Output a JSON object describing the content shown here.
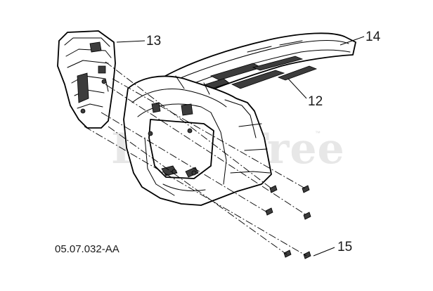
{
  "diagram": {
    "reference_code": "05.07.032-AA",
    "watermark": "PartsTree",
    "watermark_tm": "™",
    "callouts": [
      {
        "id": "13",
        "label": "13"
      },
      {
        "id": "14",
        "label": "14"
      },
      {
        "id": "12",
        "label": "12"
      },
      {
        "id": "15",
        "label": "15"
      }
    ]
  }
}
